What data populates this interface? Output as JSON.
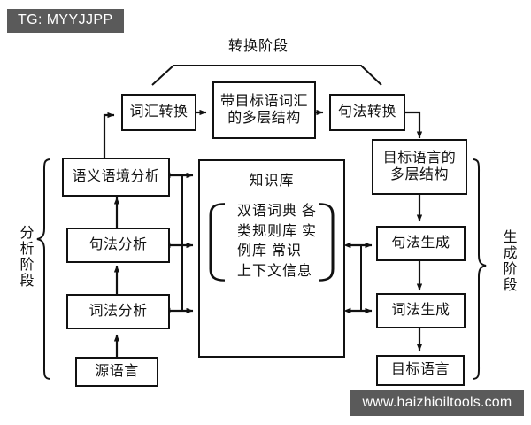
{
  "overlay": {
    "tag_badge": "TG: MYYJJPP",
    "watermark": "www.haizhioiltools.com"
  },
  "stages": {
    "transfer_label": "转换阶段",
    "analysis_label": "分析阶段",
    "generation_label": "生成阶段"
  },
  "transfer_row": {
    "lexical_transfer": "词汇转换",
    "target_lexicon_structure": "带目标语词汇\n的多层结构",
    "syntactic_transfer": "句法转换"
  },
  "analysis_column": {
    "semantic_context_analysis": "语义语境分析",
    "syntactic_analysis": "句法分析",
    "lexical_analysis": "词法分析",
    "source_language": "源语言"
  },
  "generation_column": {
    "target_multilayer_structure": "目标语言的\n多层结构",
    "syntactic_generation": "句法生成",
    "lexical_generation": "词法生成",
    "target_language": "目标语言"
  },
  "knowledge_base": {
    "title": "知识库",
    "items": "双语词典\n各类规则库\n实例库\n常识\n上下文信息"
  },
  "colors": {
    "line": "#111111",
    "box_fill": "#ffffff",
    "badge_bg": "#5a5a5a",
    "badge_text": "#ffffff",
    "page_bg": "#ffffff"
  }
}
